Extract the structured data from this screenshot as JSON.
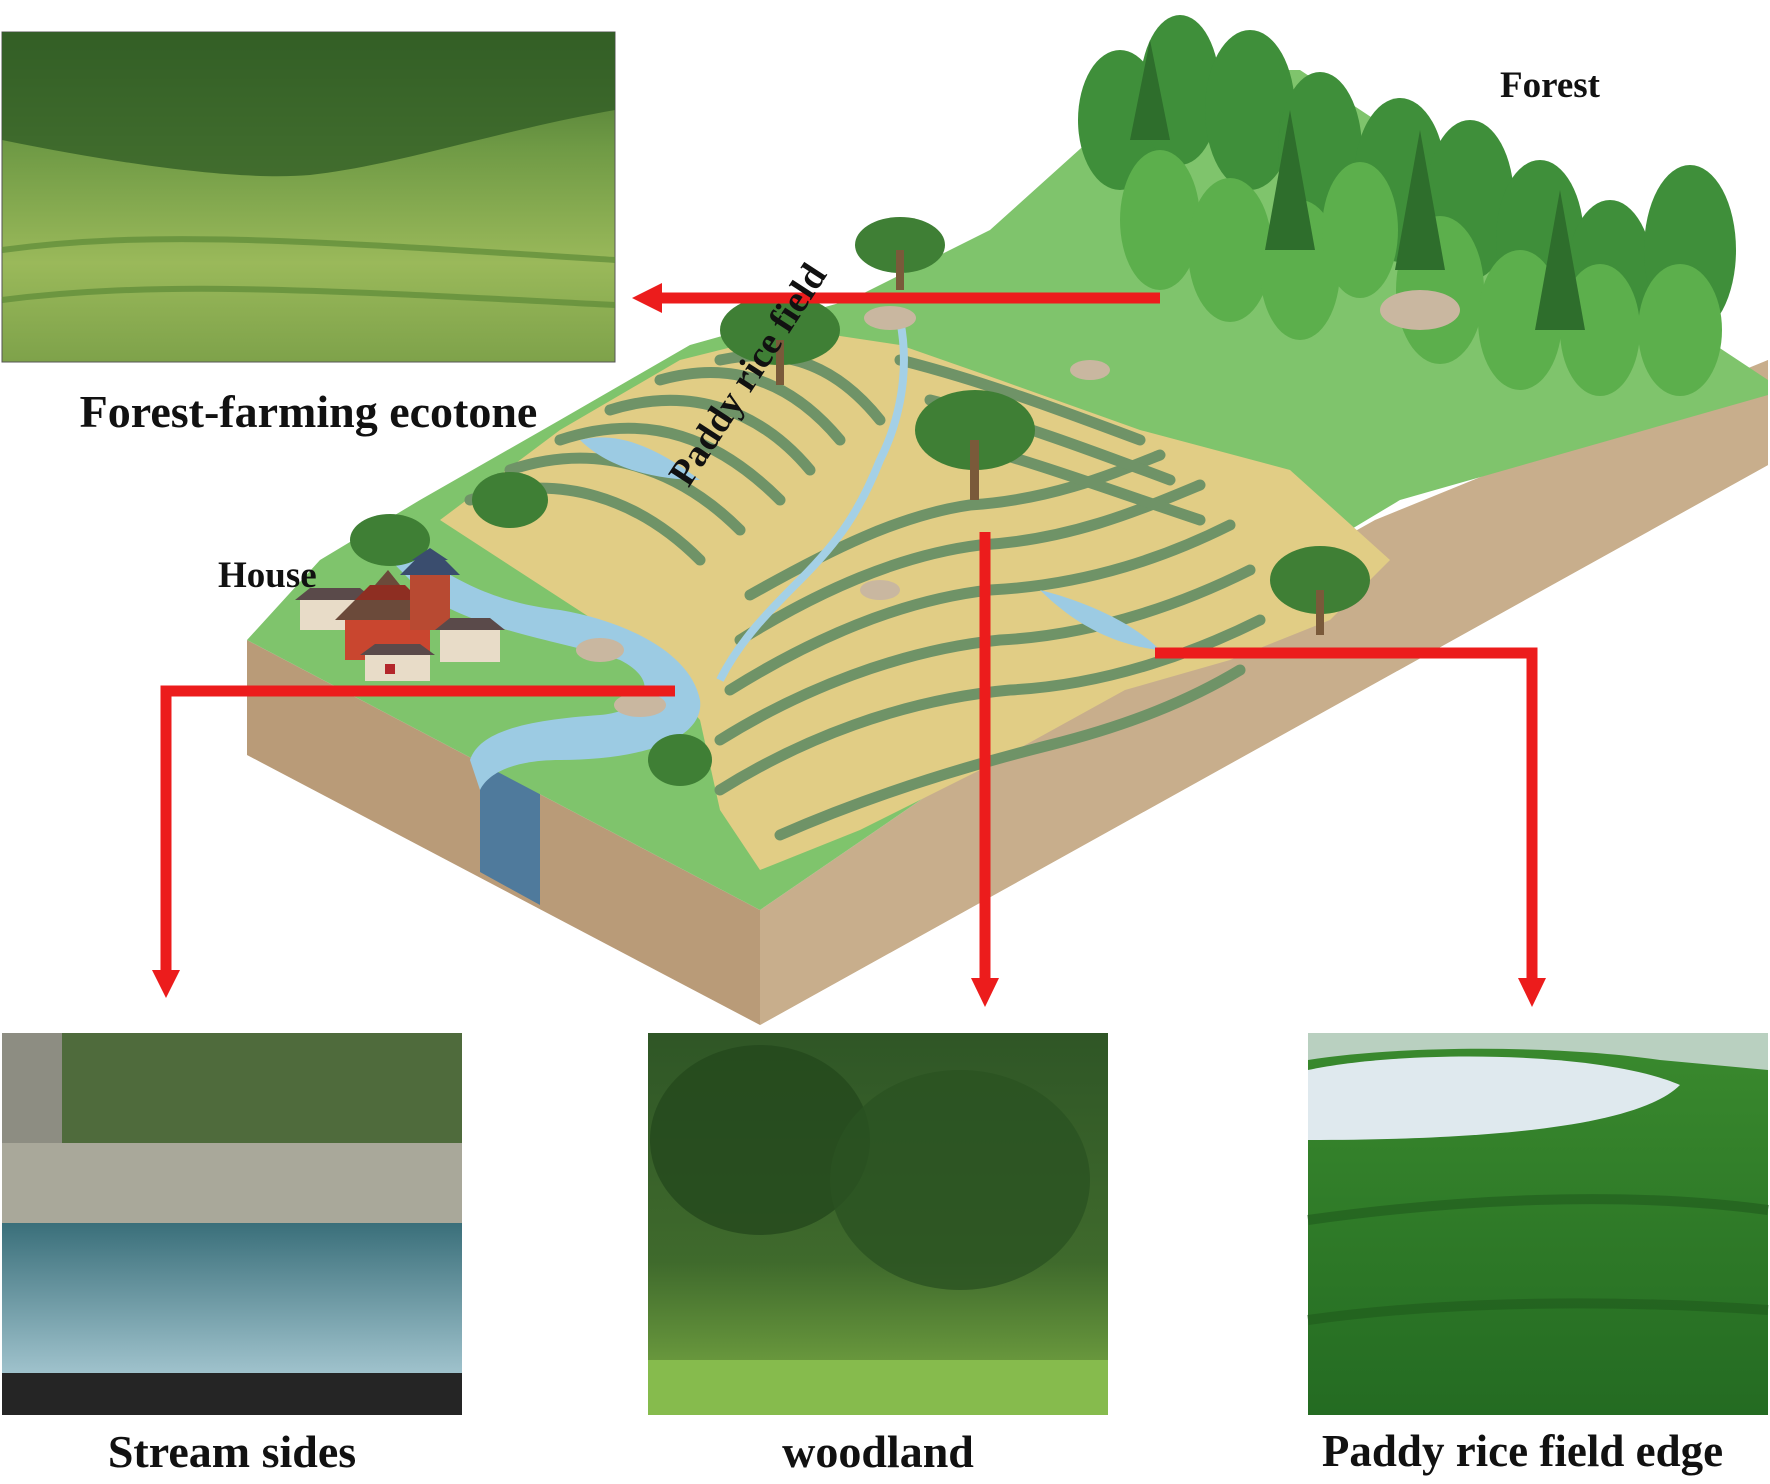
{
  "labels": {
    "forest": "Forest",
    "house": "House",
    "paddy": "Paddy rice field"
  },
  "captions": {
    "ecotone": "Forest-farming ecotone",
    "stream": "Stream sides",
    "woodland": "woodland",
    "paddy_edge": "Paddy rice field edge"
  },
  "colors": {
    "arrow": "#ec1c1c",
    "grass": "#7cc36a",
    "soil": "#c2a583",
    "water": "#9ccbe3",
    "terrace": "#e2cf84",
    "bund": "#6f9367"
  }
}
